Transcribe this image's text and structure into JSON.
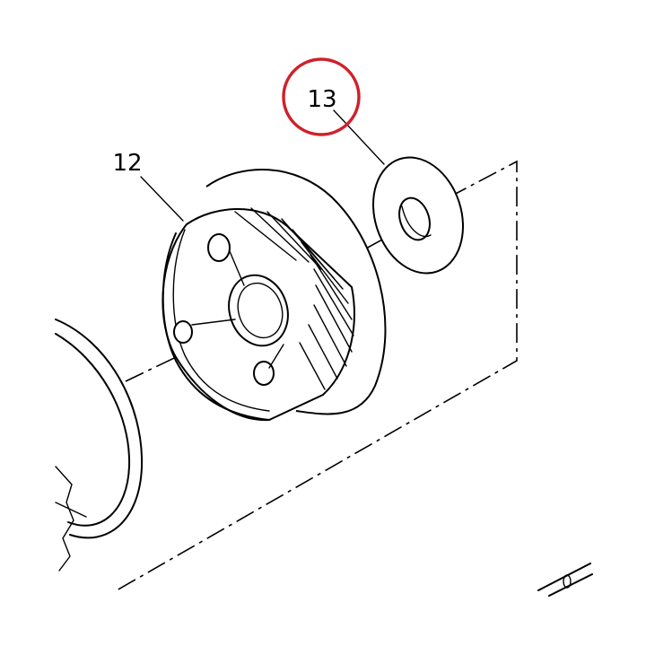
{
  "diagram": {
    "callouts": [
      {
        "id": "12",
        "label": "12"
      },
      {
        "id": "13",
        "label": "13",
        "highlighted": true
      }
    ],
    "highlight_color": "#d0202a",
    "line_color": "#000000",
    "background": "#ffffff"
  }
}
